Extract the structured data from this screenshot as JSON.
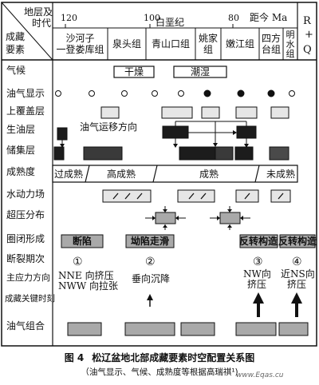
{
  "header": {
    "corner_top": "地层及",
    "corner_mid": "时代",
    "corner_b1": "成藏",
    "corner_b2": "要素",
    "age_ticks": [
      "120",
      "100",
      "80"
    ],
    "age_label": "距今 Ma",
    "period": "白垩纪",
    "rq_r": "R",
    "rq_plus": "+",
    "rq_q": "Q"
  },
  "formations": [
    {
      "lines": [
        "沙河子",
        "一登娄库组"
      ]
    },
    {
      "lines": [
        "泉头组"
      ]
    },
    {
      "lines": [
        "青山口组"
      ]
    },
    {
      "lines": [
        "姚家",
        "组"
      ]
    },
    {
      "lines": [
        "嫩江组"
      ]
    },
    {
      "lines": [
        "四方",
        "台组"
      ]
    },
    {
      "lines": [
        "明",
        "水",
        "组"
      ]
    }
  ],
  "rows": {
    "climate": "气候",
    "oil_show": "油气显示",
    "cap": "上覆盖层",
    "source": "生油层",
    "reservoir": "储集层",
    "maturity": "成熟度",
    "hydro": "水动力场",
    "overpressure": "超压分布",
    "trap": "圈闭形成",
    "fault": "断裂期次",
    "stress": "主应力方向",
    "key_moment": "成藏关键时刻",
    "combination": "油气组合"
  },
  "climate": {
    "dry": "干燥",
    "wet": "潮湿"
  },
  "migration_label": "油气运移方向",
  "maturity_stages": [
    "过成熟",
    "高成熟",
    "成熟",
    "未成熟"
  ],
  "traps": [
    "断陷",
    "坳陷走滑",
    "反转构造",
    "反转构造"
  ],
  "fault_phases": [
    "①",
    "②",
    "③",
    "④"
  ],
  "stress_texts": {
    "p1_l1": "NNE 向挤压",
    "p1_l2": "NWW 向拉张",
    "p2": "垂向沉降",
    "p3_l1": "NW向",
    "p3_l2": "挤压",
    "p4_l1": "近NS向",
    "p4_l2": "挤压"
  },
  "caption": {
    "number": "图 4",
    "title": "松辽盆地北部成藏要素时空配置关系图",
    "subtitle": "（油气显示、气候、成熟度等根据高瑞祺¹)"
  },
  "watermark": "www.Eqas.cu",
  "colors": {
    "line": "#111111",
    "box_light": "#e6e6e6",
    "box_mid": "#a9a9a9",
    "box_dark": "#1c1c1c"
  }
}
